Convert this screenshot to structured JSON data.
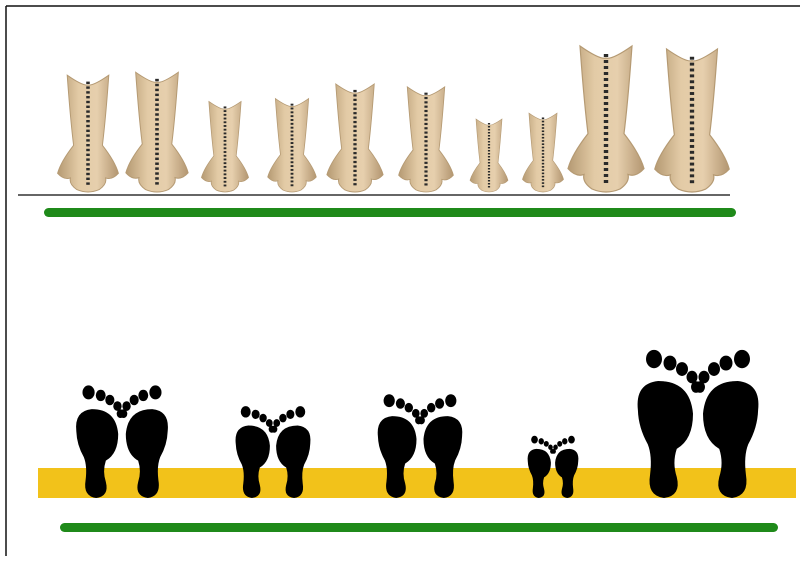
{
  "colors": {
    "background": "#ffffff",
    "border": "#111111",
    "baseline": "#333333",
    "green_bar": "#1f8a1a",
    "yellow_band": "#f2c21a",
    "bone_fill": "#d9bf98",
    "bone_shade": "#b59a73",
    "foot_fill": "#000000"
  },
  "icons": {
    "top_row": "sacrum-bone-icon",
    "bottom_row": "footprint-pair-icon"
  },
  "bones": {
    "count": 10,
    "relative_sizes": [
      0.8,
      0.82,
      0.62,
      0.64,
      0.74,
      0.72,
      0.5,
      0.54,
      1.0,
      0.98
    ]
  },
  "feet": {
    "pair_count": 5,
    "relative_sizes": [
      0.76,
      0.62,
      0.7,
      0.42,
      1.0
    ]
  }
}
